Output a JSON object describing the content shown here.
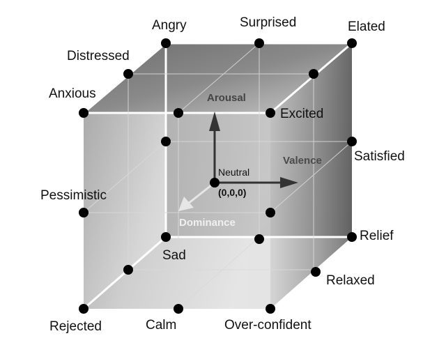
{
  "emotions": {
    "angry": "Angry",
    "surprised": "Surprised",
    "elated": "Elated",
    "distressed": "Distressed",
    "anxious": "Anxious",
    "excited": "Excited",
    "satisfied": "Satisfied",
    "pessimistic": "Pessimistic",
    "relief": "Relief",
    "sad": "Sad",
    "relaxed": "Relaxed",
    "rejected": "Rejected",
    "calm": "Calm",
    "over_confident": "Over-confident"
  },
  "axes": {
    "arousal": "Arousal",
    "valence": "Valence",
    "dominance": "Dominance"
  },
  "origin": {
    "name": "Neutral",
    "coords": "(0,0,0)"
  },
  "colors": {
    "dot": "#000000",
    "axis_dark": "#333333",
    "axis_light": "#e6e6e6",
    "valence_text": "#4a4a4a",
    "arousal_text": "#444444",
    "edge_light": "#ffffff"
  }
}
